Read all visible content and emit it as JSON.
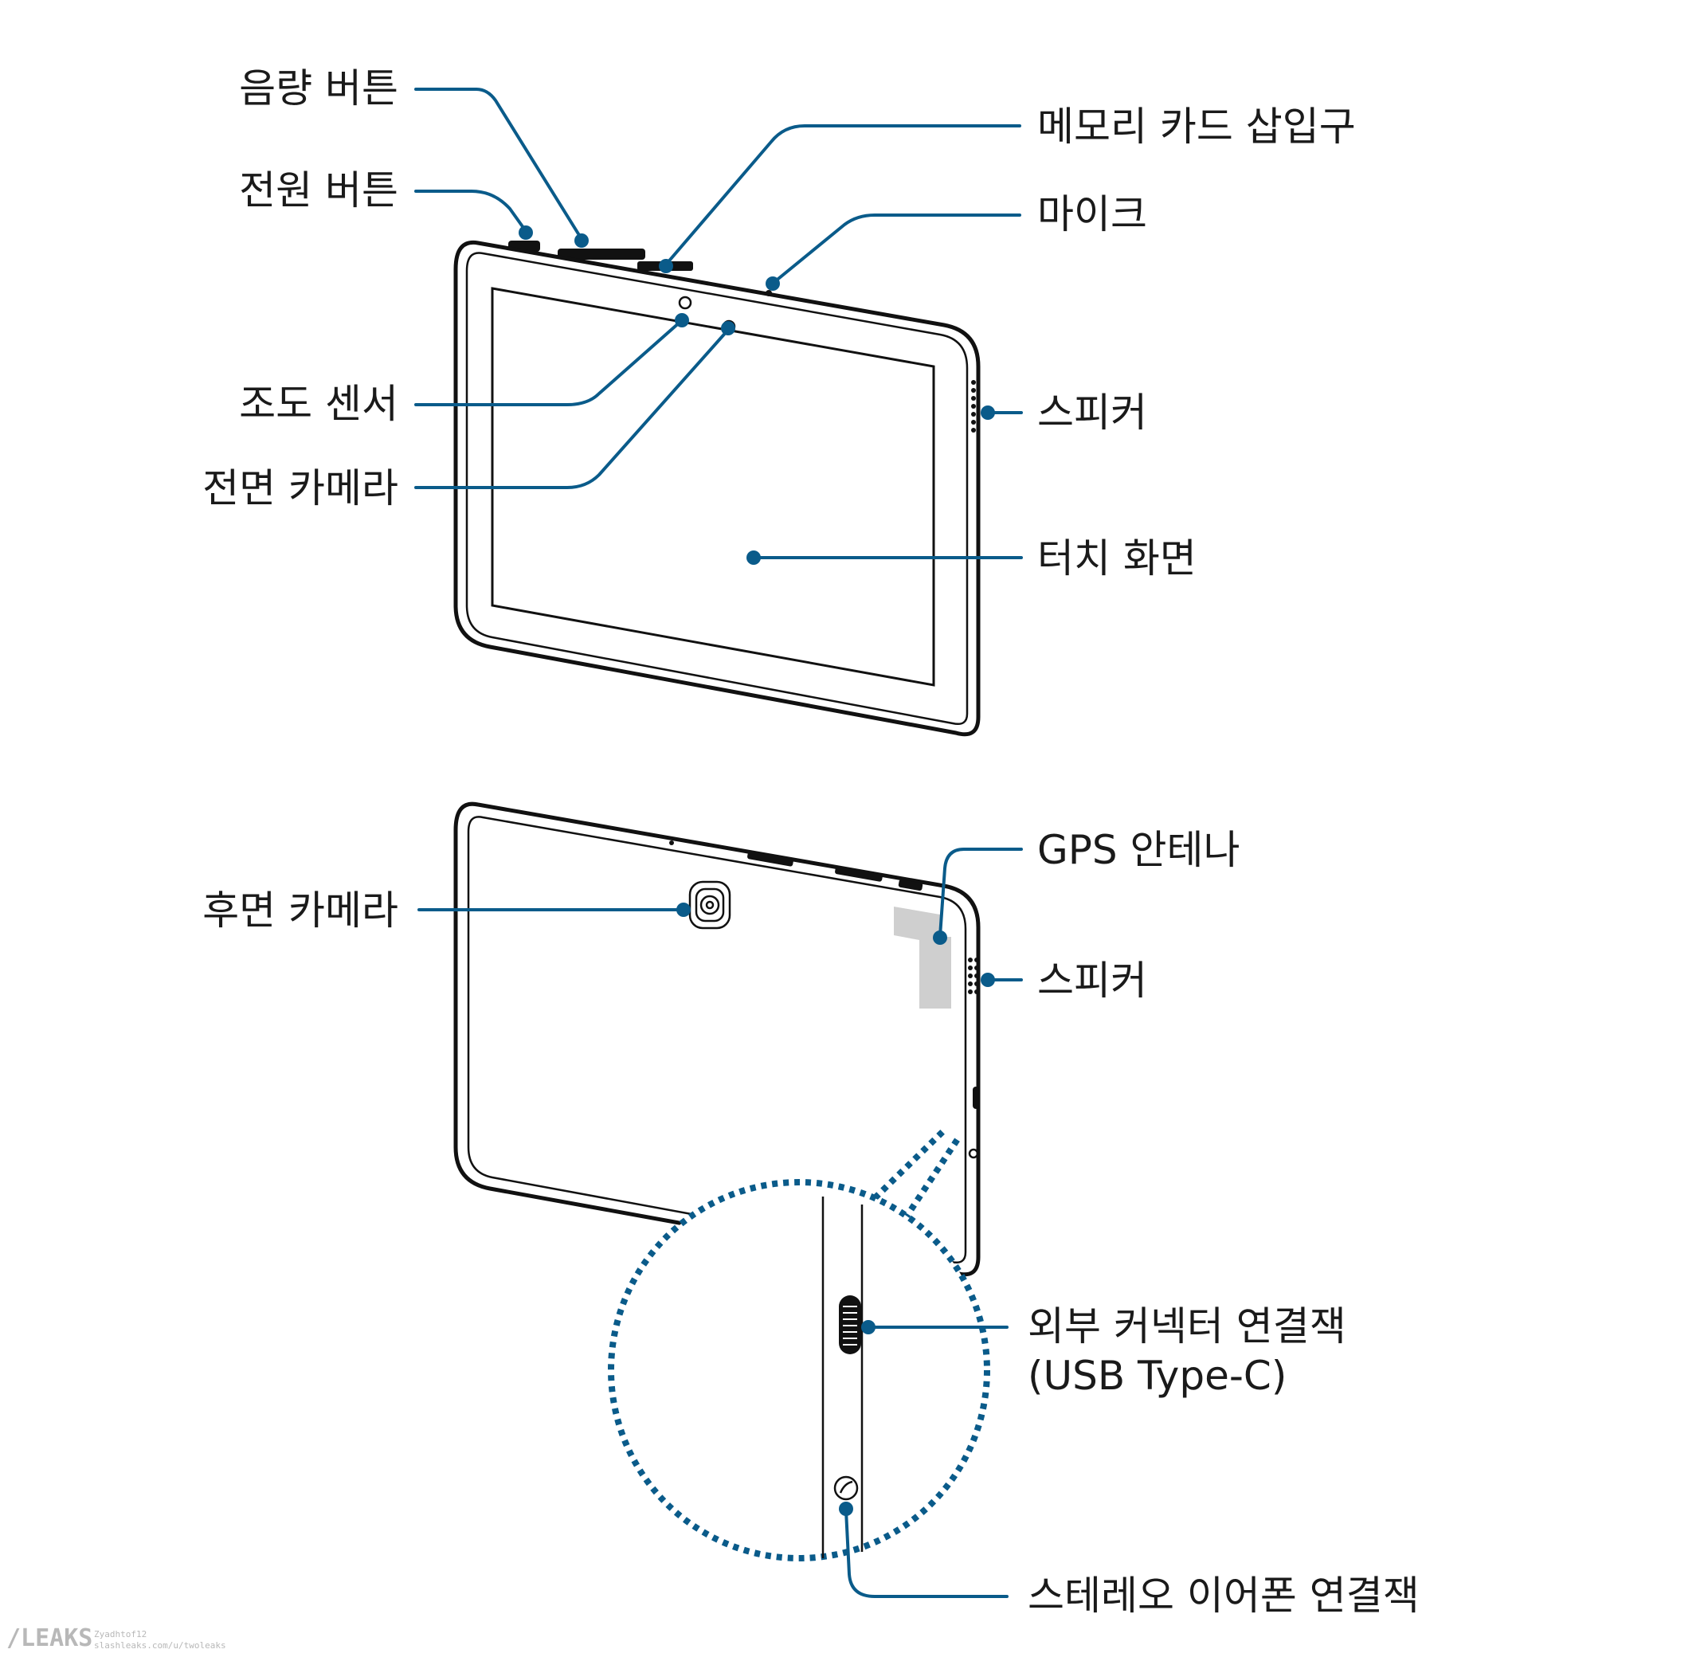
{
  "labels": {
    "volume_button": "음량 버튼",
    "power_button": "전원 버튼",
    "memory_card_slot": "메모리 카드 삽입구",
    "microphone": "마이크",
    "light_sensor": "조도 센서",
    "front_camera": "전면 카메라",
    "speaker_front": "스피커",
    "touch_screen": "터치 화면",
    "gps_antenna": "GPS 안테나",
    "rear_camera": "후면 카메라",
    "speaker_back": "스피커",
    "external_connector_line1": "외부 커넥터 연결잭",
    "external_connector_line2": "(USB Type-C)",
    "earphone_jack": "스테레오 이어폰 연결잭"
  },
  "watermark": {
    "logo": "/LEAKS",
    "line1": "Zyadhtof12",
    "line2": "slashleaks.com/u/twoleaks"
  },
  "colors": {
    "leader": "#0a5b8a",
    "outline": "#111111",
    "gps_patch": "#cfcfcf"
  }
}
